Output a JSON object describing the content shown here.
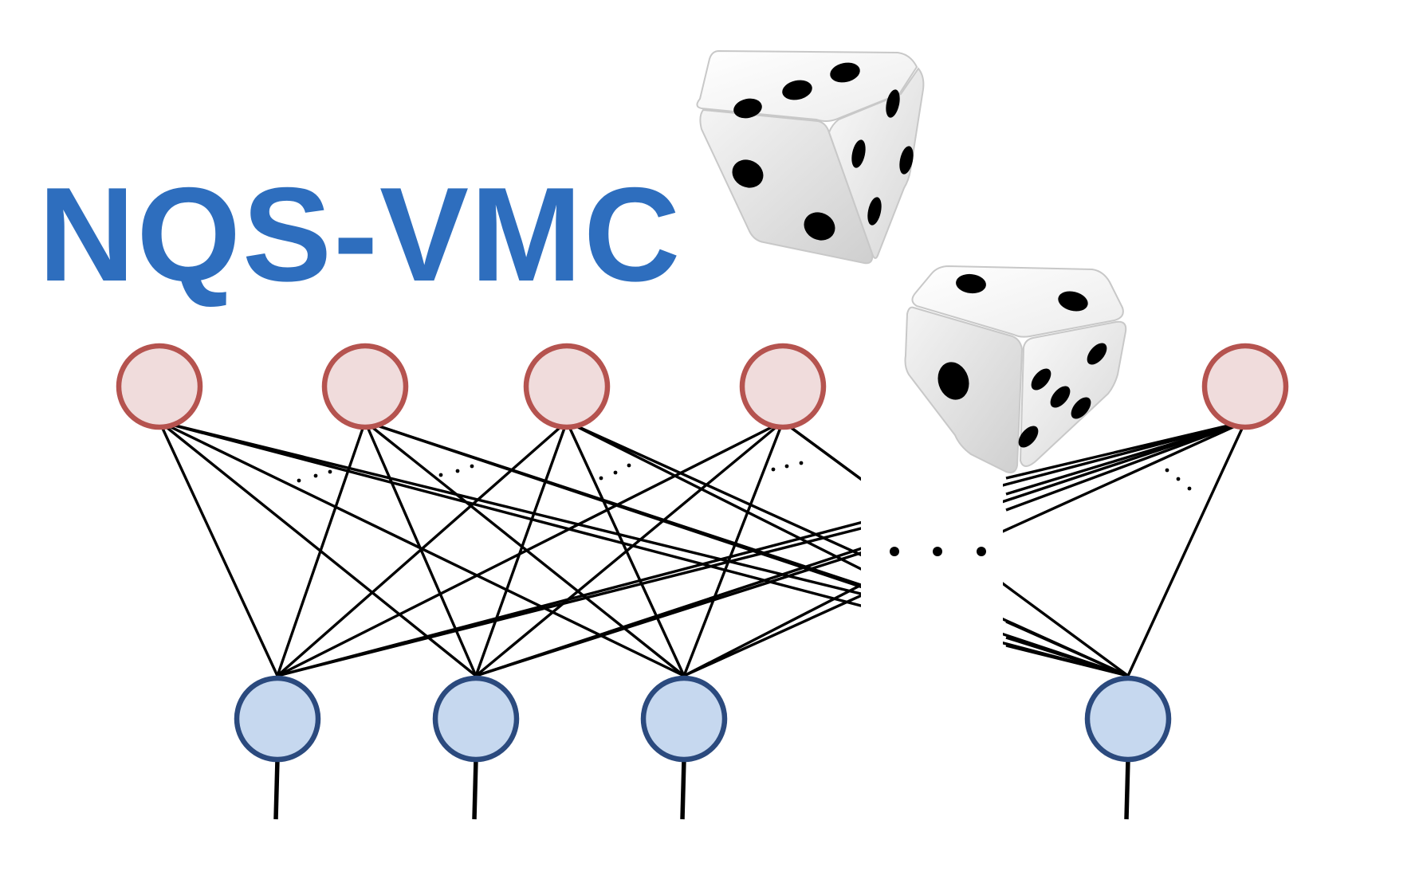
{
  "title": "NQS-VMC",
  "colors": {
    "title": "#2e6ebe",
    "hidden_fill": "#f0dcdc",
    "hidden_stroke": "#b5534f",
    "visible_fill": "#c6d8ef",
    "visible_stroke": "#2b4a7e",
    "edge": "#000000"
  },
  "network": {
    "hidden_count": 5,
    "visible_count": 4,
    "ellipsis": "· · ·"
  },
  "dice": [
    {
      "name": "die-top",
      "visible_faces": [
        3,
        4,
        2
      ]
    },
    {
      "name": "die-bottom",
      "visible_faces": [
        2,
        5,
        1
      ]
    }
  ],
  "icons": [
    "dice-icon"
  ]
}
